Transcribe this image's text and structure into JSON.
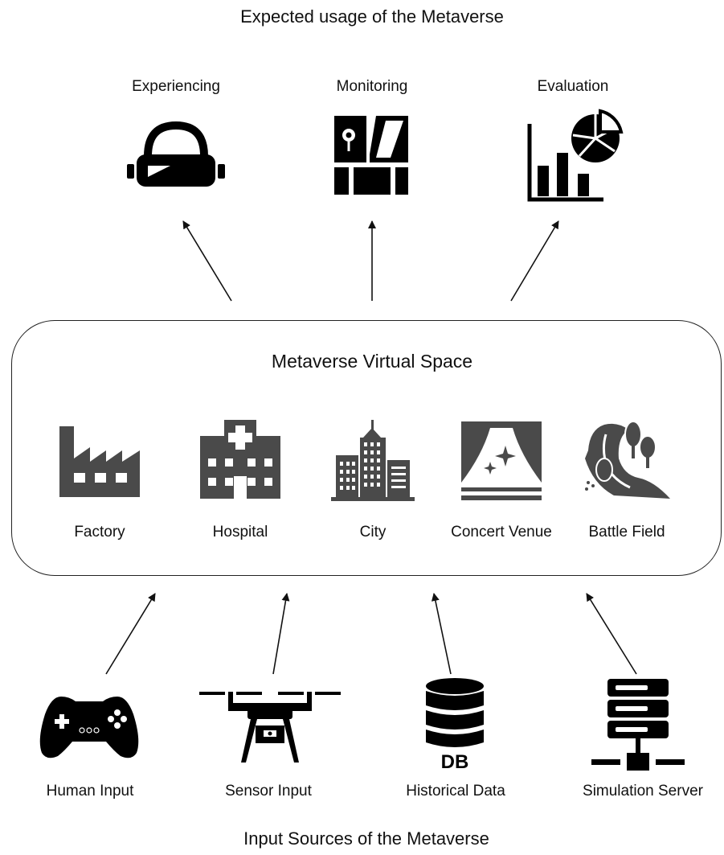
{
  "top_title": "Expected usage of the Metaverse",
  "bottom_title": "Input Sources of the Metaverse",
  "usages": [
    {
      "label": "Experiencing",
      "icon": "vr-headset-icon"
    },
    {
      "label": "Monitoring",
      "icon": "map-pin-icon"
    },
    {
      "label": "Evaluation",
      "icon": "analytics-chart-icon"
    }
  ],
  "virtual_space": {
    "title": "Metaverse Virtual Space",
    "places": [
      {
        "label": "Factory",
        "icon": "factory-icon"
      },
      {
        "label": "Hospital",
        "icon": "hospital-icon"
      },
      {
        "label": "City",
        "icon": "city-icon"
      },
      {
        "label": "Concert Venue",
        "icon": "stage-icon"
      },
      {
        "label": "Battle Field",
        "icon": "battlefield-icon"
      }
    ]
  },
  "inputs": [
    {
      "label": "Human Input",
      "icon": "gamepad-icon"
    },
    {
      "label": "Sensor Input",
      "icon": "drone-icon"
    },
    {
      "label": "Historical Data",
      "icon": "database-icon"
    },
    {
      "label": "Simulation Server",
      "icon": "server-icon"
    }
  ],
  "colors": {
    "icon_black": "#000000",
    "icon_grey": "#4a4a4a",
    "line": "#222222"
  }
}
